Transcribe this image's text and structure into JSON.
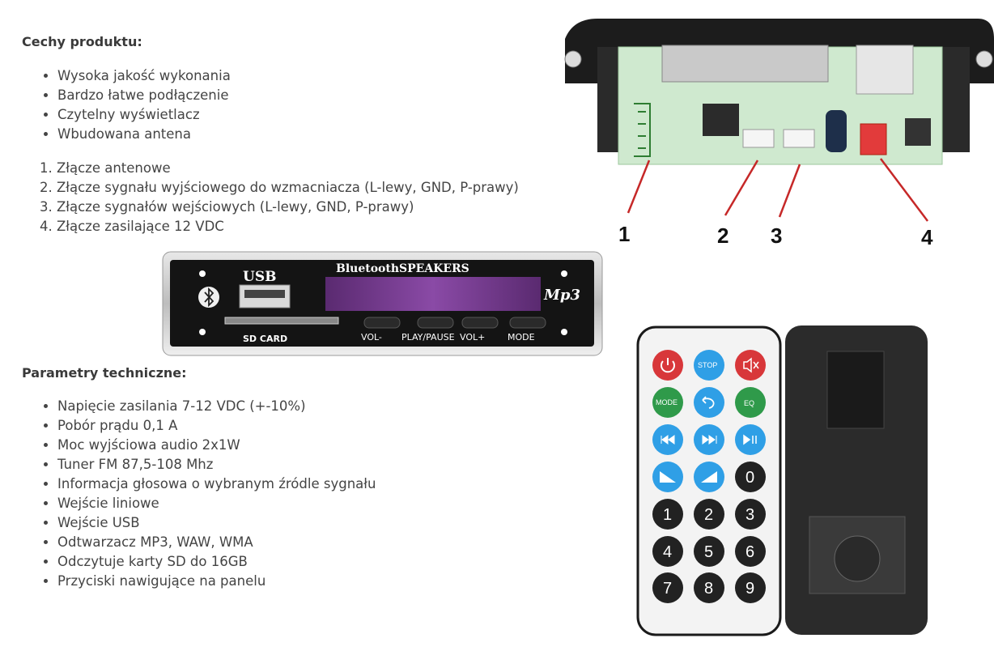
{
  "features": {
    "heading": "Cechy produktu:",
    "items": [
      "Wysoka jakość wykonania",
      "Bardzo łatwe podłączenie",
      "Czytelny wyświetlacz",
      "Wbudowana antena"
    ]
  },
  "connectors": {
    "items": [
      "Złącze antenowe",
      "Złącze sygnału wyjściowego do wzmacniacza (L-lewy, GND, P-prawy)",
      "Złącze sygnałów wejściowych (L-lewy, GND, P-prawy)",
      "Złącze zasilające 12 VDC"
    ]
  },
  "params": {
    "heading": "Parametry techniczne:",
    "items": [
      "Napięcie zasilania 7-12 VDC (+-10%)",
      "Pobór prądu 0,1 A",
      "Moc wyjściowa audio 2x1W",
      "Tuner FM 87,5-108 Mhz",
      "Informacja głosowa o wybranym źródle sygnału",
      "Wejście liniowe",
      "Wejście USB",
      "Odtwarzacz MP3, WAW, WMA",
      "Odczytuje karty SD do 16GB",
      "Przyciski nawigujące na panelu"
    ]
  },
  "panel": {
    "usb_label": "USB",
    "brand_label": "BluetoothSPEAKERS",
    "mp3_label": "Mp3",
    "sd_label": "SD  CARD",
    "buttons": [
      "VOL-",
      "PLAY/PAUSE",
      "VOL+",
      "MODE"
    ]
  },
  "board": {
    "callouts": [
      "1",
      "2",
      "3",
      "4"
    ]
  },
  "remote": {
    "stop_label": "STOP",
    "mode_label": "MODE",
    "eq_label": "EQ",
    "digits": [
      "0",
      "1",
      "2",
      "3",
      "4",
      "5",
      "6",
      "7",
      "8",
      "9"
    ]
  },
  "colors": {
    "remote_red": "#d8373a",
    "remote_blue": "#2f9fe6",
    "remote_green": "#2f9a4a",
    "remote_black": "#222222",
    "display_purple": "#7a3f94"
  }
}
